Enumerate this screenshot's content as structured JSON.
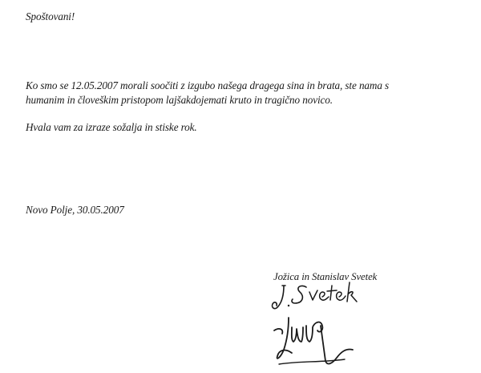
{
  "letter": {
    "salutation": "Spoštovani!",
    "body_lines": [
      "Ko smo se 12.05.2007 morali soočiti z izgubo našega dragega sina in brata, ste nama  s",
      "humanim in človeškim pristopom lajšakdojemati kruto in tragično novico."
    ],
    "thanks": "Hvala vam  za izraze sožalja in stiske rok.",
    "place_date": "Novo Polje, 30.05.2007",
    "signatories": "Jožica in Stanislav Svetek",
    "signature_text": "J. Svetek"
  }
}
